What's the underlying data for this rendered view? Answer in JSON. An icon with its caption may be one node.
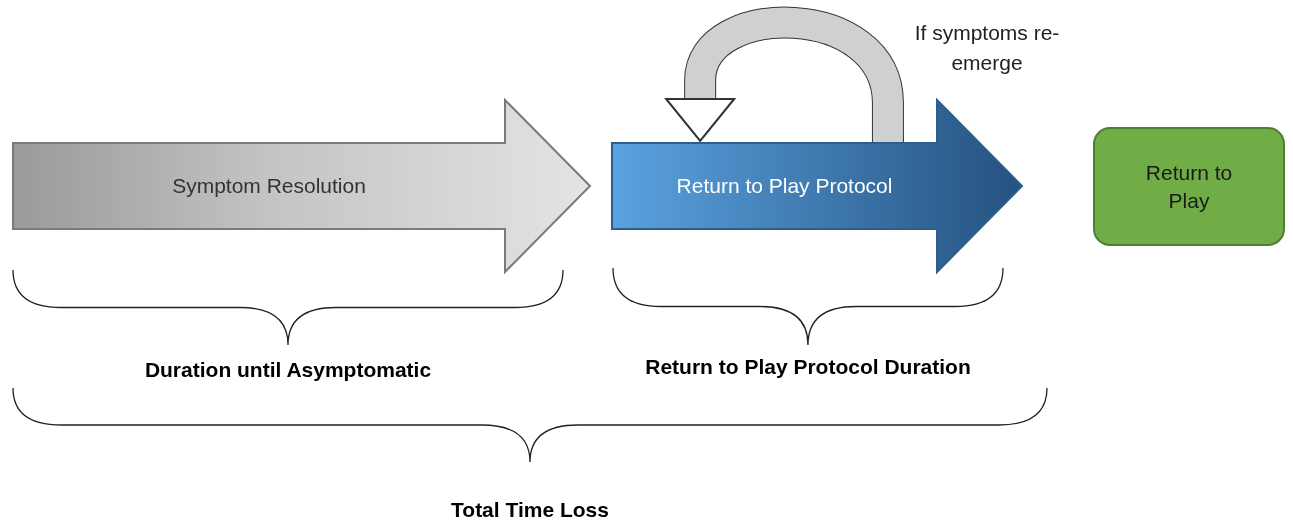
{
  "diagram": {
    "nodes": [
      {
        "text": [
          "Symptom Resolution"
        ]
      },
      {
        "text": [
          "Return to Play Protocol"
        ]
      },
      {
        "text": [
          "Return to Play"
        ]
      }
    ],
    "edges": [
      {
        "from": 1,
        "to": 1,
        "arrow": "to",
        "label": "If symptoms re-emerge"
      }
    ],
    "labels": [
      "Duration until Asymptomatic",
      "Return to Play Protocol Duration",
      "Total Time Loss"
    ]
  }
}
